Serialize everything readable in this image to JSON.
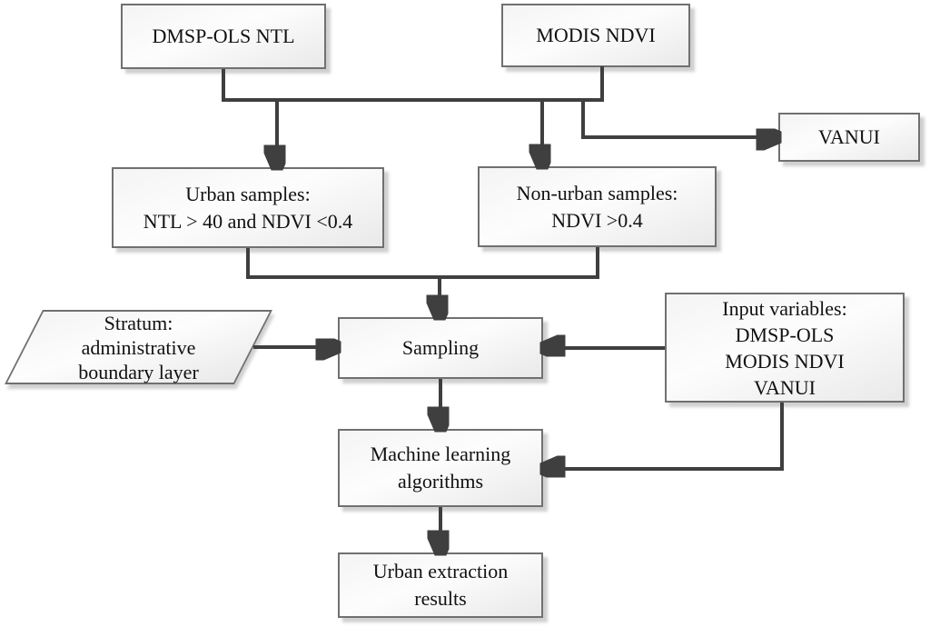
{
  "diagram": {
    "type": "flowchart",
    "background": "#ffffff",
    "colors": {
      "connector": "#3f3f3f",
      "node_border": "#707070",
      "node_fill_light": "#fdfdfd",
      "node_fill_dark": "#e9e9e9",
      "shadow": "#cccccc",
      "text": "#111111"
    },
    "nodes": {
      "dmsp_ols_ntl": {
        "shape": "rectangle",
        "lines": [
          "DMSP-OLS NTL"
        ]
      },
      "modis_ndvi": {
        "shape": "rectangle",
        "lines": [
          "MODIS NDVI"
        ]
      },
      "vanui": {
        "shape": "rectangle",
        "lines": [
          "VANUI"
        ]
      },
      "urban_samples": {
        "shape": "rectangle",
        "lines": [
          "Urban samples:",
          "NTL > 40 and NDVI <0.4"
        ]
      },
      "non_urban_samples": {
        "shape": "rectangle",
        "lines": [
          "Non-urban samples:",
          "NDVI >0.4"
        ]
      },
      "stratum": {
        "shape": "parallelogram",
        "lines": [
          "Stratum:",
          "administrative",
          "boundary layer"
        ]
      },
      "sampling": {
        "shape": "rectangle",
        "lines": [
          "Sampling"
        ]
      },
      "input_variables": {
        "shape": "rectangle",
        "lines": [
          "Input variables:",
          "DMSP-OLS",
          "MODIS NDVI",
          "VANUI"
        ]
      },
      "machine_learning": {
        "shape": "rectangle",
        "lines": [
          "Machine learning",
          "algorithms"
        ]
      },
      "urban_extraction_results": {
        "shape": "rectangle",
        "lines": [
          "Urban extraction",
          "results"
        ]
      }
    },
    "edges": [
      {
        "from": "dmsp_ols_ntl",
        "to": "urban_samples"
      },
      {
        "from": "dmsp_ols_ntl",
        "to": "non_urban_samples"
      },
      {
        "from": "modis_ndvi",
        "to": "urban_samples"
      },
      {
        "from": "modis_ndvi",
        "to": "non_urban_samples"
      },
      {
        "from": "dmsp_ols_ntl + modis_ndvi",
        "to": "vanui"
      },
      {
        "from": "urban_samples",
        "to": "sampling"
      },
      {
        "from": "non_urban_samples",
        "to": "sampling"
      },
      {
        "from": "stratum",
        "to": "sampling"
      },
      {
        "from": "input_variables",
        "to": "sampling"
      },
      {
        "from": "sampling",
        "to": "machine_learning"
      },
      {
        "from": "input_variables",
        "to": "machine_learning"
      },
      {
        "from": "machine_learning",
        "to": "urban_extraction_results"
      }
    ]
  }
}
